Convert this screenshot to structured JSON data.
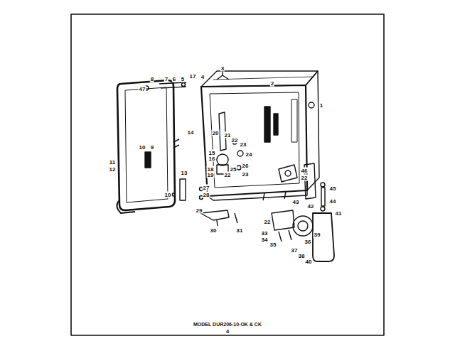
{
  "diagram": {
    "caption": "MODEL DUR206-10-OK & CK",
    "labels": [
      "3",
      "17",
      "4",
      "5",
      "6",
      "7",
      "8",
      "47",
      "2",
      "1",
      "20",
      "21",
      "22",
      "23",
      "14",
      "10",
      "9",
      "11",
      "12",
      "15",
      "16",
      "24",
      "18",
      "19",
      "22",
      "25",
      "26",
      "23",
      "46",
      "22",
      "13",
      "10",
      "27",
      "28",
      "43",
      "42",
      "45",
      "44",
      "29",
      "30",
      "31",
      "22",
      "33",
      "34",
      "35",
      "37",
      "36",
      "41",
      "39",
      "38",
      "40",
      "4"
    ]
  }
}
